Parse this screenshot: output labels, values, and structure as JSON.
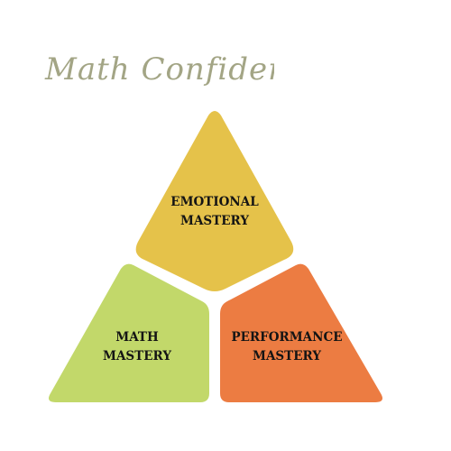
{
  "title": "Math Confidence",
  "segments": {
    "top": {
      "line1": "EMOTIONAL",
      "line2": "MASTERY"
    },
    "left": {
      "line1": "MATH",
      "line2": "MASTERY"
    },
    "right": {
      "line1": "PERFORMANCE",
      "line2": "MASTERY"
    }
  },
  "colors": {
    "title": "#a3a585",
    "top": "#e5c24a",
    "left": "#c2d86a",
    "right": "#ec7c42",
    "text": "#141414"
  }
}
